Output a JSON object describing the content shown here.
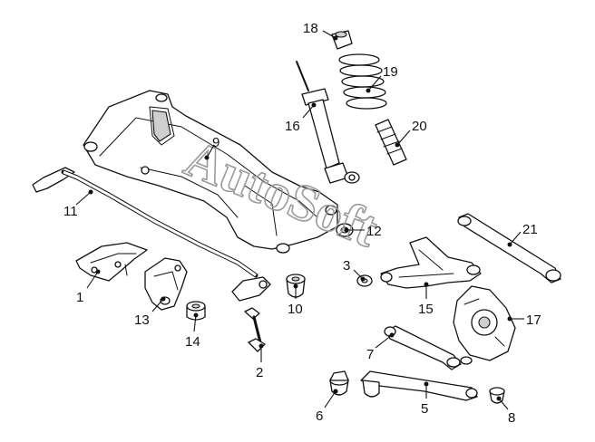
{
  "watermark": {
    "text": "AutoSoft"
  },
  "callouts": {
    "c1": "1",
    "c2": "2",
    "c3": "3",
    "c5": "5",
    "c6": "6",
    "c7": "7",
    "c8": "8",
    "c9": "9",
    "c10": "10",
    "c11": "11",
    "c12": "12",
    "c13": "13",
    "c14": "14",
    "c15": "15",
    "c16": "16",
    "c17": "17",
    "c18": "18",
    "c19": "19",
    "c20": "20",
    "c21": "21"
  }
}
